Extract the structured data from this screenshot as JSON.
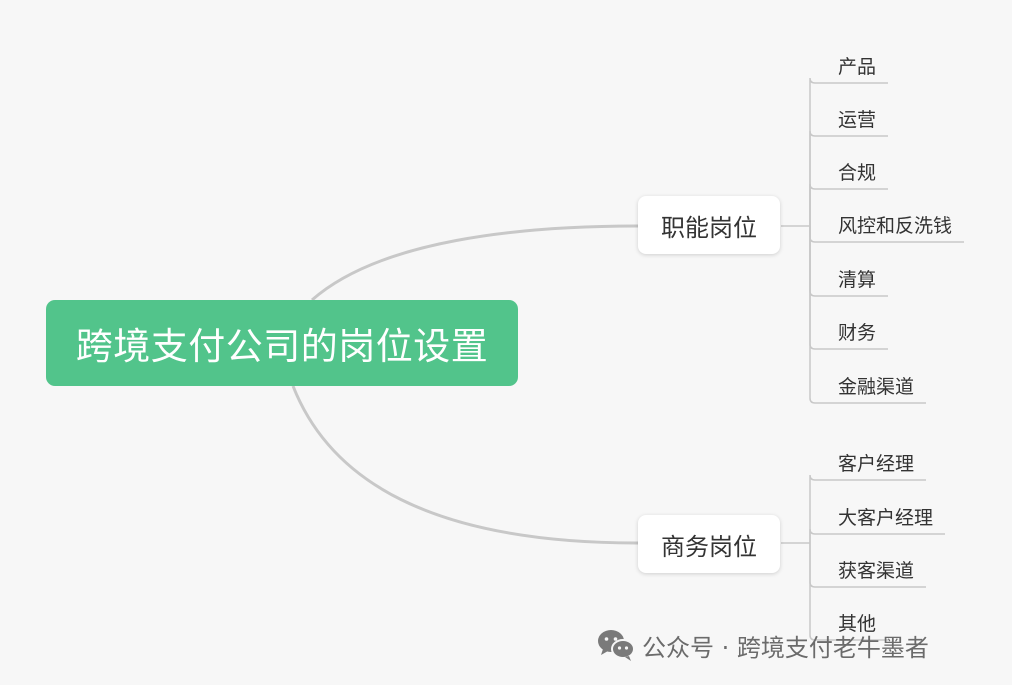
{
  "root": {
    "label": "跨境支付公司的岗位设置"
  },
  "branches": [
    {
      "label": "职能岗位",
      "leaves": [
        "产品",
        "运营",
        "合规",
        "风控和反洗钱",
        "清算",
        "财务",
        "金融渠道"
      ]
    },
    {
      "label": "商务岗位",
      "leaves": [
        "客户经理",
        "大客户经理",
        "获客渠道",
        "其他"
      ]
    }
  ],
  "watermark": {
    "icon": "wechat-icon",
    "text": "公众号 · 跨境支付老牛墨者"
  },
  "colors": {
    "root_fill": "#52c48b",
    "connector": "#c8c8c8",
    "background": "#f7f7f7"
  }
}
